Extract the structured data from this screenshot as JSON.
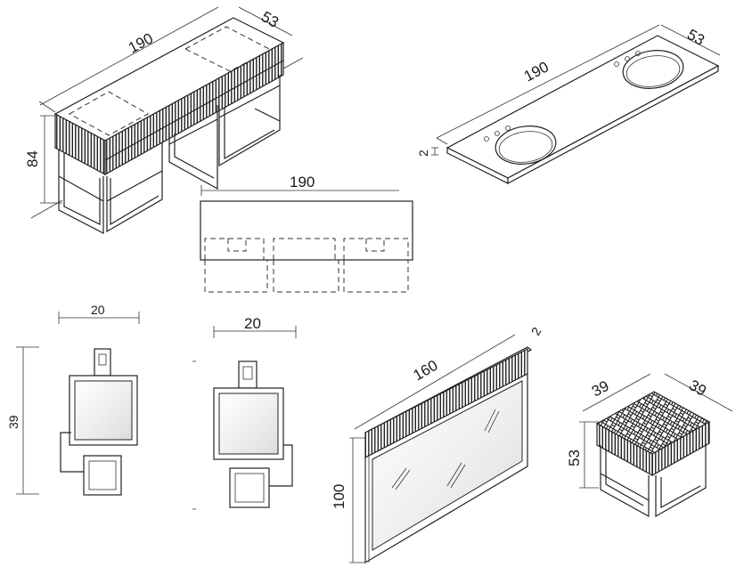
{
  "labels": {
    "vanity_width": "190",
    "vanity_depth": "53",
    "vanity_height": "84",
    "top_width": "190",
    "top_depth": "53",
    "top_thickness": "2",
    "plan_width": "190",
    "sconce_front_width": "20",
    "sconce_height": "39",
    "sconce_side_width": "20",
    "mirror_width": "160",
    "mirror_depth": "2",
    "mirror_height": "100",
    "stool_width": "39",
    "stool_depth": "39",
    "stool_height": "53"
  },
  "colors": {
    "line": "#222222",
    "mirror_glass": "#f2f2f2",
    "background": "#ffffff"
  }
}
